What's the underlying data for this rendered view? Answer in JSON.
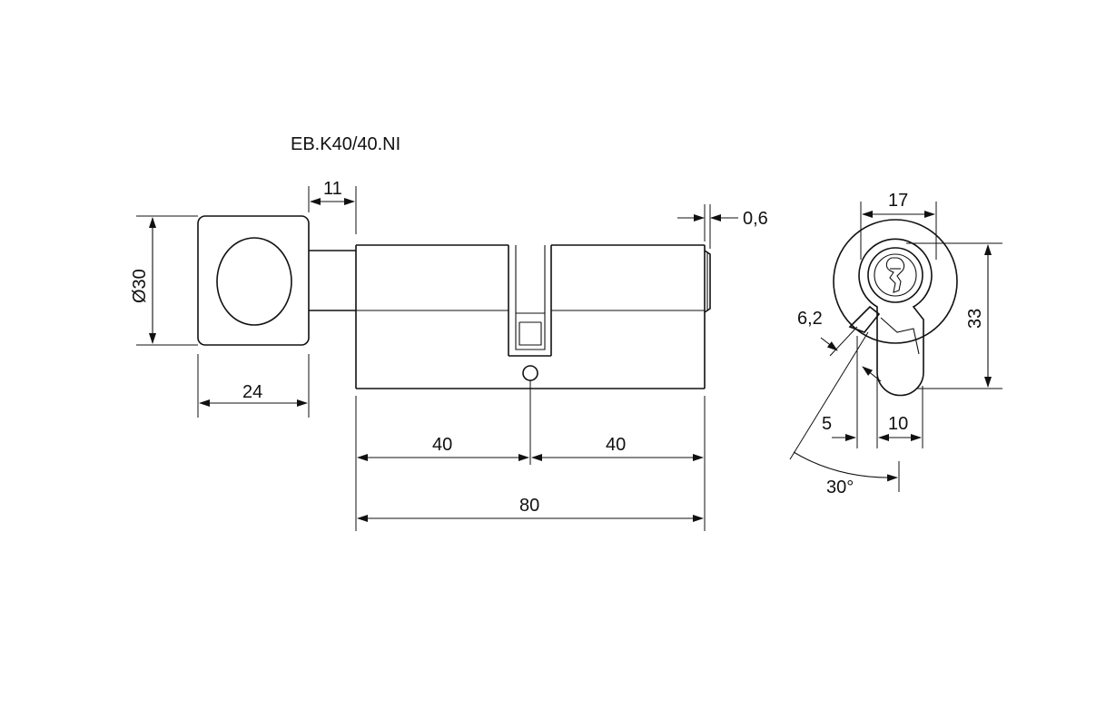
{
  "title": "EB.K40/40.NI",
  "side_view": {
    "diameter_label": "Ø30",
    "knob_width_label": "24",
    "shaft_label": "11",
    "left_length_label": "40",
    "right_length_label": "40",
    "total_length_label": "80",
    "offset_label": "0,6"
  },
  "front_view": {
    "width_label": "17",
    "height_label": "33",
    "edge_label": "6,2",
    "cam_offset_label": "5",
    "cam_width_label": "10",
    "angle_label": "30°"
  }
}
